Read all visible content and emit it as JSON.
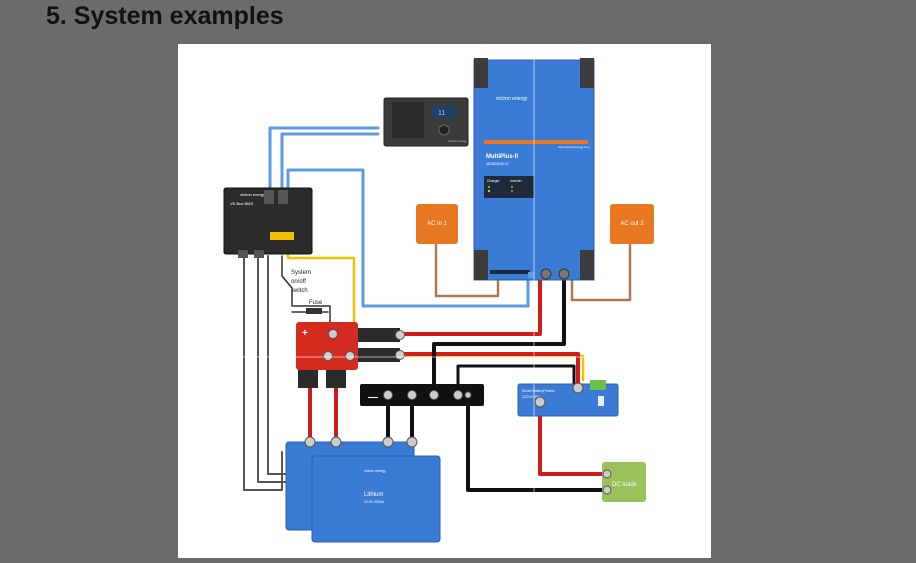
{
  "heading": "5. System examples",
  "diagram": {
    "inverter": {
      "brand": "victron energy",
      "model": "MultiPlus-II",
      "sub": "48/3000/35-32",
      "panel_left": "Charger",
      "panel_right": "Inverter",
      "url": "www.victronenergy.com"
    },
    "display": {
      "brand": "victron energy",
      "screen": "11"
    },
    "bms": {
      "brand": "victron energy",
      "model": "VE.Bus BMS"
    },
    "battery": {
      "brand": "victron energy",
      "label": "Lithium",
      "sub": "12.8V 200Ah"
    },
    "protect": {
      "label": "Smart BatteryProtect",
      "sub": "12/24V 65A"
    },
    "labels": {
      "ac_in": "AC in 1",
      "ac_out": "AC out 2",
      "switch_line1": "System",
      "switch_line2": "on/off",
      "switch_line3": "switch",
      "fuse": "Fuse",
      "dc_loads": "DC loads",
      "plus": "+",
      "minus": "—"
    },
    "colors": {
      "victron_blue": "#3a7bd5",
      "orange": "#e87722",
      "dc_green": "#9ac15a",
      "busbar_red": "#d42a1f",
      "cable_red": "#d11a1a",
      "cable_black": "#111111",
      "cable_blue": "#5b9be0",
      "cable_yellow": "#f2c200",
      "cable_brown": "#b07a4a"
    }
  }
}
